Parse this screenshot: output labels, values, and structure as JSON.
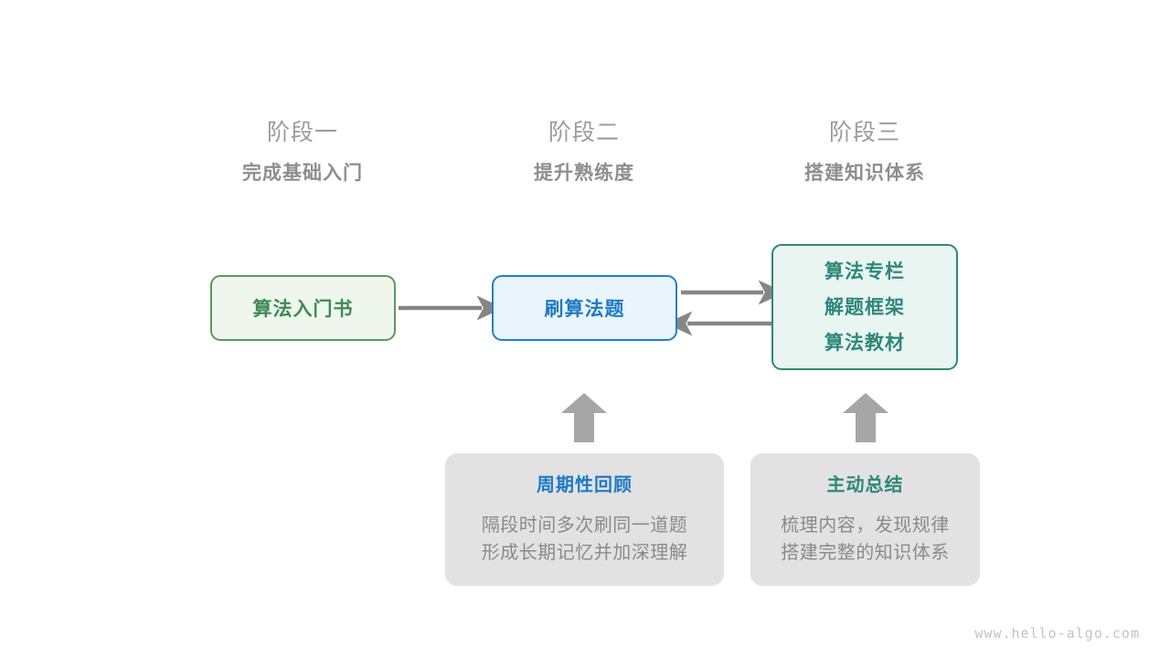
{
  "stages": [
    {
      "title": "阶段一",
      "subtitle": "完成基础入门"
    },
    {
      "title": "阶段二",
      "subtitle": "提升熟练度"
    },
    {
      "title": "阶段三",
      "subtitle": "搭建知识体系"
    }
  ],
  "boxes": {
    "book": {
      "label": "算法入门书",
      "color": "#3f8a52",
      "border": "#5b9a5b",
      "fill": "#eef6ee"
    },
    "practice": {
      "label": "刷算法题",
      "color": "#1f7ac4",
      "border": "#1f80d0",
      "fill": "#e9f4fd"
    },
    "resources": {
      "lines": [
        "算法专栏",
        "解题框架",
        "算法教材"
      ],
      "color": "#2e8878",
      "border": "#2e8878",
      "fill": "#e9f5f1"
    }
  },
  "notes": [
    {
      "title": "周期性回顾",
      "title_color": "#1f7ac4",
      "body_lines": [
        "隔段时间多次刷同一道题",
        "形成长期记忆并加深理解"
      ]
    },
    {
      "title": "主动总结",
      "title_color": "#2e8878",
      "body_lines": [
        "梳理内容，发现规律",
        "搭建完整的知识体系"
      ]
    }
  ],
  "arrows": {
    "color": "#868686",
    "book_to_practice": "algorithm-book-to-practice",
    "practice_to_resources": "practice-to-resources",
    "resources_to_practice": "resources-to-practice",
    "review_to_practice": "review-up-arrow",
    "summary_to_resources": "summary-up-arrow"
  },
  "watermark": "www.hello-algo.com"
}
